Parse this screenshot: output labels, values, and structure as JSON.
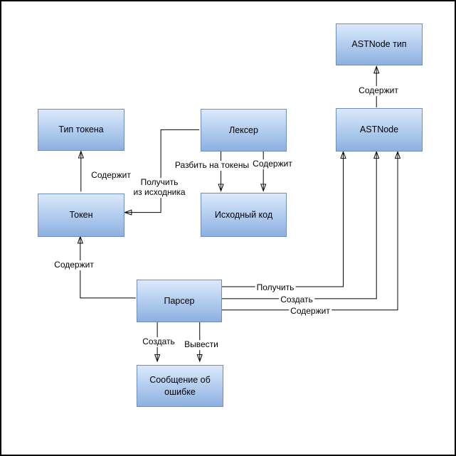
{
  "diagram": {
    "background_color": "#ffffff",
    "frame_color": "#000000",
    "node_style": {
      "fill_top": "#dce9fb",
      "fill_bottom": "#8db0e0",
      "border_color": "#6c8ebf",
      "text_color": "#000000"
    },
    "edge_style": {
      "line_color": "#000000",
      "arrowhead": "filled-triangle"
    },
    "nodes": {
      "token_type": {
        "label": "Тип токена"
      },
      "token": {
        "label": "Токен"
      },
      "lexer": {
        "label": "Лексер"
      },
      "source_code": {
        "label": "Исходный код"
      },
      "astnode_type": {
        "label": "ASTNode тип"
      },
      "astnode": {
        "label": "ASTNode"
      },
      "parser": {
        "label": "Парсер"
      },
      "error_message": {
        "label": "Сообщение об\nошибке"
      }
    },
    "edges": {
      "astnode_to_astnode_type": {
        "label": "Содержит"
      },
      "token_to_token_type": {
        "label": "Содержит"
      },
      "lexer_split_to_source": {
        "label": "Разбить на токены"
      },
      "lexer_contains_source": {
        "label": "Содержит"
      },
      "lexer_get_token": {
        "label": "Получить\nиз исходника"
      },
      "parser_contains_token": {
        "label": "Содержит"
      },
      "parser_get_astnode": {
        "label": "Получить"
      },
      "parser_create_astnode": {
        "label": "Создать"
      },
      "parser_contains_astnode": {
        "label": "Содержит"
      },
      "parser_create_error": {
        "label": "Создать"
      },
      "parser_print_error": {
        "label": "Вывести"
      }
    }
  }
}
